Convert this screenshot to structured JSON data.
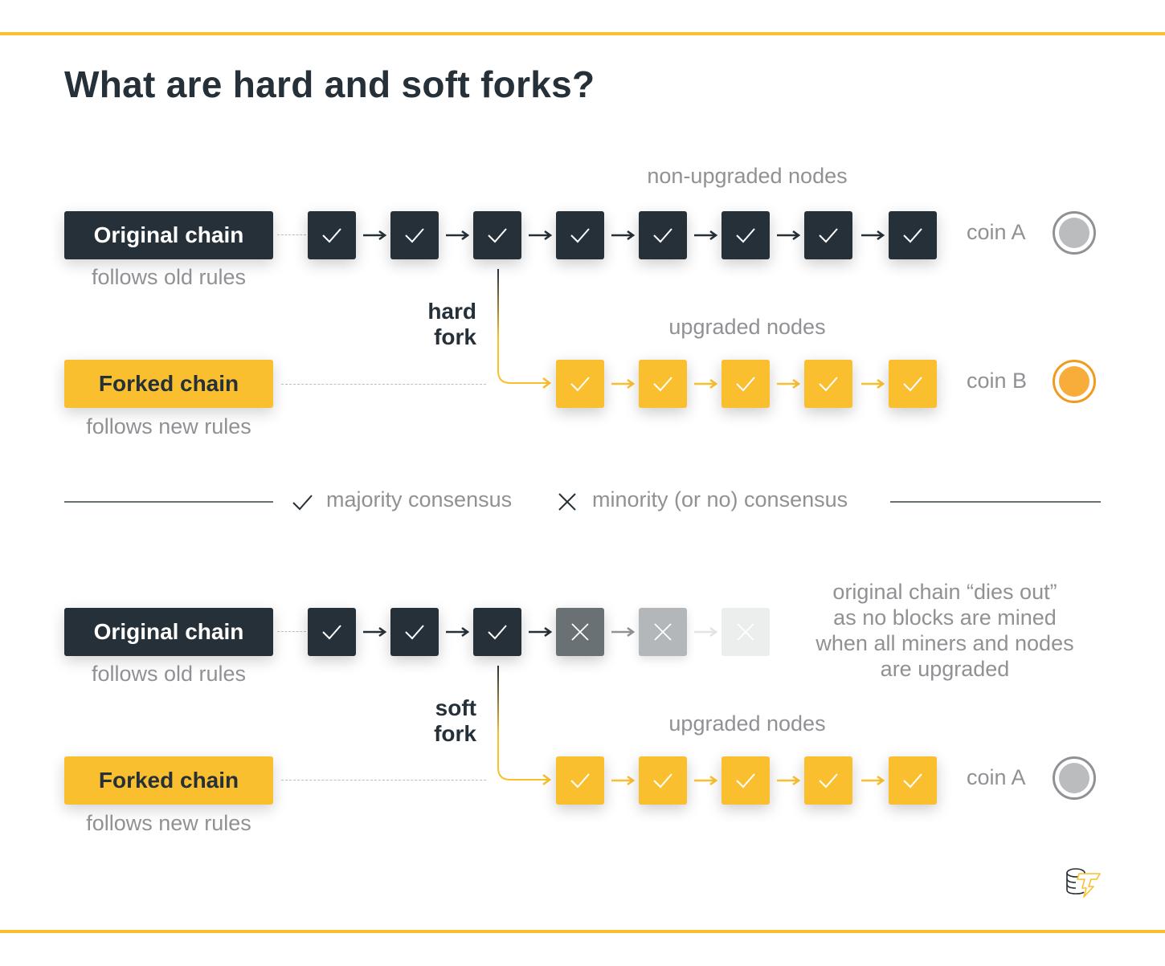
{
  "title": "What are hard and soft forks?",
  "colors": {
    "accent_gold": "#f9bf2e",
    "dark": "#263038",
    "muted_text": "#8f9194",
    "coin_a_fill": "#bbbcbe",
    "coin_a_ring": "#8f9194",
    "coin_b_fill": "#f8ad3a",
    "coin_b_ring": "#f29a1e"
  },
  "hard_fork": {
    "original": {
      "label": "Original chain",
      "sublabel": "follows old rules",
      "nodes_label": "non-upgraded nodes",
      "blocks": [
        "check",
        "check",
        "check",
        "check",
        "check",
        "check",
        "check",
        "check"
      ],
      "coin_label": "coin A"
    },
    "fork_label_line1": "hard",
    "fork_label_line2": "fork",
    "forked": {
      "label": "Forked chain",
      "sublabel": "follows new rules",
      "nodes_label": "upgraded nodes",
      "blocks": [
        "check",
        "check",
        "check",
        "check",
        "check"
      ],
      "coin_label": "coin B"
    }
  },
  "legend": {
    "majority_icon": "check-icon",
    "majority_label": "majority consensus",
    "minority_icon": "x-icon",
    "minority_label": "minority (or no) consensus"
  },
  "soft_fork": {
    "original": {
      "label": "Original chain",
      "sublabel": "follows old rules",
      "blocks": [
        "check",
        "check",
        "check",
        "x",
        "x",
        "x"
      ],
      "note_lines": [
        "original chain “dies out”",
        "as no blocks are mined",
        "when all miners and nodes",
        "are upgraded"
      ]
    },
    "fork_label_line1": "soft",
    "fork_label_line2": "fork",
    "forked": {
      "label": "Forked chain",
      "sublabel": "follows new rules",
      "nodes_label": "upgraded nodes",
      "blocks": [
        "check",
        "check",
        "check",
        "check",
        "check"
      ],
      "coin_label": "coin A"
    }
  },
  "logo": "coin-stack-lightning-logo"
}
